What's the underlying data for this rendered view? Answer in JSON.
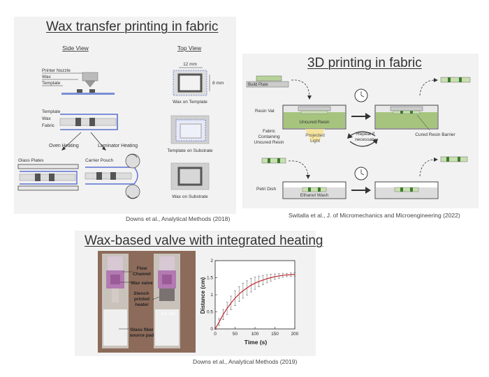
{
  "panel_wax": {
    "title": "Wax transfer printing in fabric",
    "side_view": "Side View",
    "top_view": "Top View",
    "printer_nozzle": "Printer Nozzle",
    "wax": "Wax",
    "template": "Template",
    "template2": "Template",
    "wax2": "Wax",
    "fabric": "Fabric",
    "oven_heating": "Oven Heating",
    "laminator_heating": "Laminator Heating",
    "glass_plates": "Glass Plates",
    "carrier_pouch": "Carrier Pouch",
    "dim_w": "12 mm",
    "dim_h": "8 mm",
    "wax_on_template": "Wax on Template",
    "template_on_substrate": "Template on Substrate",
    "wax_on_substrate": "Wax on Substrate",
    "citation": "Downs et al., Analytical Methods (2018)"
  },
  "panel_3d": {
    "title": "3D printing in fabric",
    "build_plate": "Build Plate",
    "resin_vat": "Resin Vat",
    "uncured_resin": "Uncured Resin",
    "fabric_containing": "Fabric",
    "fabric_containing2": "Containing",
    "fabric_containing3": "Uncured Resin",
    "projected_light": "Projected",
    "projected_light2": "Light",
    "repeat": "Repeat if",
    "repeat2": "necessary",
    "cured_resin_barrier": "Cured Resin Barrier",
    "petri_dish": "Petri Dish",
    "ethanol_wash": "Ethanol Wash",
    "citation": "Switalla et al., J. of Micromechanics and Microengineering  (2022)"
  },
  "panel_valve": {
    "title": "Wax-based valve with integrated heating",
    "flow_channel": "Flow",
    "flow_channel2": "Channel",
    "wax_valve": "Wax valve",
    "stencil": "Stencil-",
    "stencil2": "printed",
    "stencil3": "heater",
    "dim": "0.5 mm",
    "glass_fiber": "Glass fiber",
    "glass_fiber2": "source pad",
    "citation": "Downs et al., Analytical Methods (2019)"
  },
  "chart_data": {
    "type": "line",
    "title": "",
    "xlabel": "Time (s)",
    "ylabel": "Distance (cm)",
    "xlim": [
      0,
      200
    ],
    "ylim": [
      0,
      2
    ],
    "x_ticks": [
      "0",
      "50",
      "100",
      "150",
      "200"
    ],
    "y_ticks": [
      "0",
      "0.5",
      "1",
      "1.5",
      "2"
    ],
    "grid": false,
    "series": [
      {
        "x": [
          0,
          10,
          20,
          30,
          40,
          50,
          60,
          70,
          80,
          90,
          100,
          110,
          120,
          130,
          140,
          150,
          160,
          170,
          180,
          190,
          200
        ],
        "y": [
          0.0,
          0.2,
          0.42,
          0.6,
          0.76,
          0.9,
          1.02,
          1.12,
          1.2,
          1.28,
          1.34,
          1.39,
          1.43,
          1.47,
          1.5,
          1.53,
          1.55,
          1.57,
          1.58,
          1.59,
          1.6
        ],
        "err": [
          0.02,
          0.1,
          0.15,
          0.18,
          0.2,
          0.22,
          0.22,
          0.22,
          0.21,
          0.2,
          0.18,
          0.16,
          0.14,
          0.12,
          0.1,
          0.08,
          0.07,
          0.06,
          0.05,
          0.05,
          0.05
        ]
      }
    ],
    "line_color": "#c0282d",
    "error_color": "#555555"
  }
}
